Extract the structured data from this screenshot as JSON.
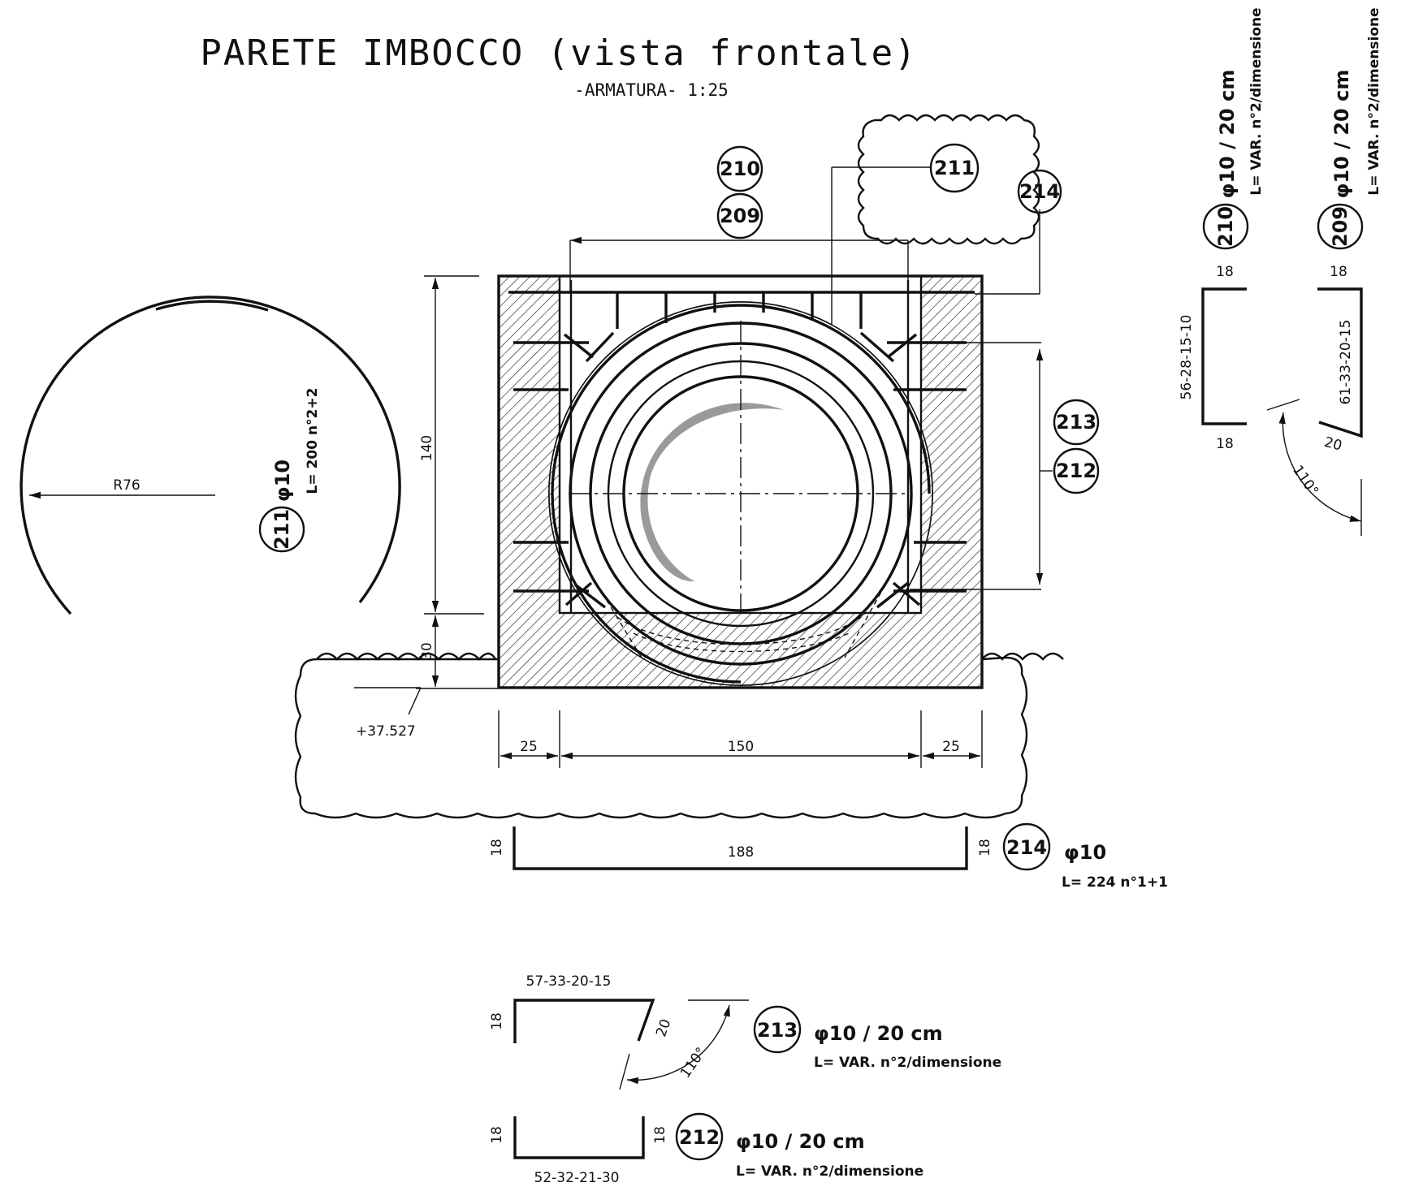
{
  "title": "PARETE IMBOCCO  (vista frontale)",
  "subtitle": "-ARMATURA-   1:25",
  "marks": [
    "209",
    "210",
    "211",
    "212",
    "213",
    "214"
  ],
  "dimensions": {
    "height_140": "140",
    "height_30": "30",
    "width_left": "25",
    "width_mid": "150",
    "width_right": "25",
    "elevation": "+37.527",
    "radius": "R76"
  },
  "bars": {
    "b211": {
      "mark": "211",
      "dia": "φ10",
      "length": "L= 200   n°2+2"
    },
    "b214": {
      "mark": "214",
      "dia": "φ10",
      "length": "L= 224    n°1+1",
      "leg_left": "18",
      "leg_right": "18",
      "span": "188"
    },
    "b213": {
      "mark": "213",
      "dia": "φ10 / 20 cm",
      "length": "L=  VAR.  n°2/dimensione",
      "span": "57-33-20-15",
      "leg": "18",
      "hook": "20",
      "angle": "110°"
    },
    "b212": {
      "mark": "212",
      "dia": "φ10 / 20 cm",
      "length": "L=  VAR.  n°2/dimensione",
      "span": "52-32-21-30",
      "leg_left": "18",
      "leg_right": "18"
    },
    "b210": {
      "mark": "210",
      "dia": "φ10 / 20 cm",
      "length": "L=  VAR.  n°2/dimensione",
      "span": "56-28-15-10",
      "leg_top": "18",
      "leg_bottom": "18"
    },
    "b209": {
      "mark": "209",
      "dia": "φ10 / 20 cm",
      "length": "L=  VAR.  n°2/dimensione",
      "span": "61-33-20-15",
      "leg_top": "18",
      "hook": "20",
      "angle": "110°"
    }
  }
}
